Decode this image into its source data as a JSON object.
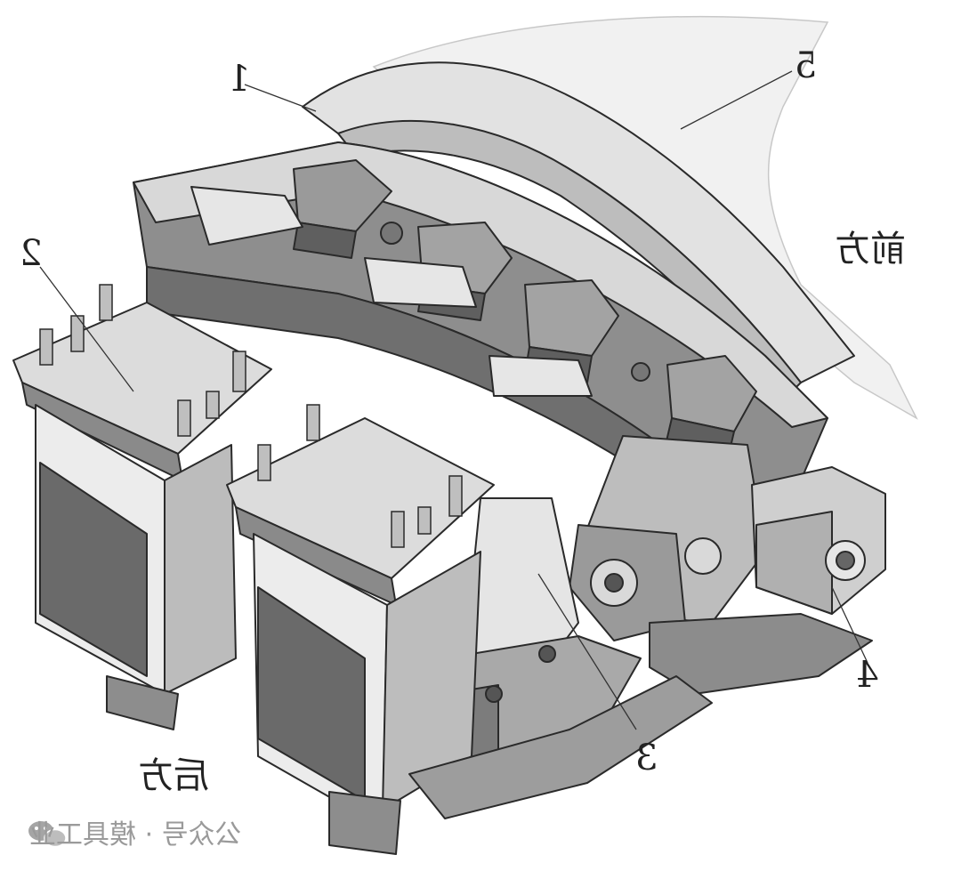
{
  "labels": {
    "part_1": "1",
    "part_2": "2",
    "part_3": "3",
    "part_4": "4",
    "part_5": "5",
    "front": "前方",
    "rear": "后方"
  },
  "watermark": {
    "icon": "wechat-icon",
    "text": "公众号 · 模具工业"
  }
}
